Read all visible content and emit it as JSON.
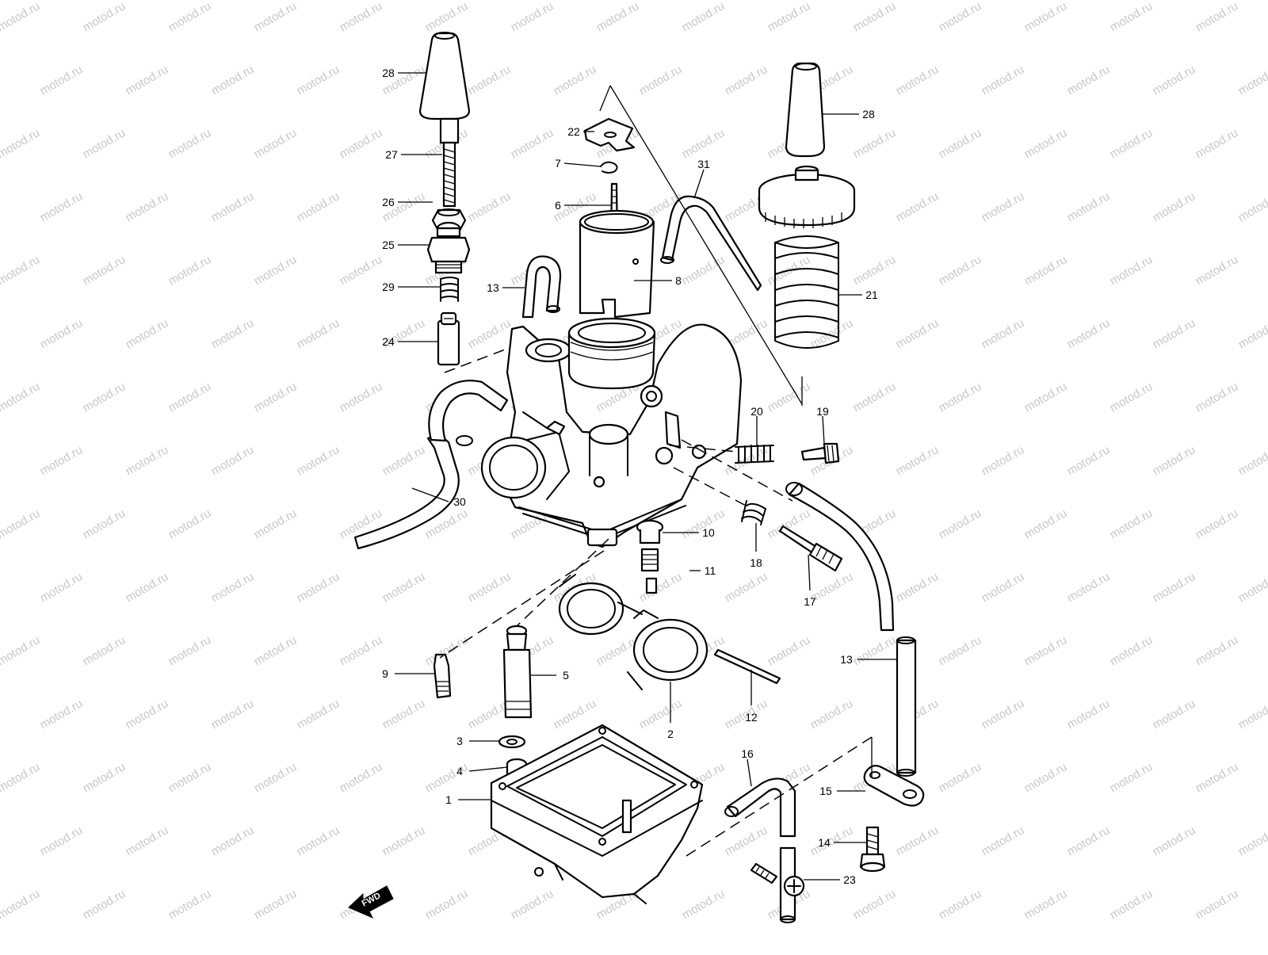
{
  "diagram": {
    "watermark": "motod.ru",
    "fwd_label": "FWD",
    "callouts": [
      {
        "id": "c28a",
        "text": "28"
      },
      {
        "id": "c27",
        "text": "27"
      },
      {
        "id": "c26",
        "text": "26"
      },
      {
        "id": "c25",
        "text": "25"
      },
      {
        "id": "c29",
        "text": "29"
      },
      {
        "id": "c24",
        "text": "24"
      },
      {
        "id": "c13a",
        "text": "13"
      },
      {
        "id": "c22",
        "text": "22"
      },
      {
        "id": "c7",
        "text": "7"
      },
      {
        "id": "c6",
        "text": "6"
      },
      {
        "id": "c8",
        "text": "8"
      },
      {
        "id": "c31",
        "text": "31"
      },
      {
        "id": "c28b",
        "text": "28"
      },
      {
        "id": "c21",
        "text": "21"
      },
      {
        "id": "c20",
        "text": "20"
      },
      {
        "id": "c19",
        "text": "19"
      },
      {
        "id": "c30",
        "text": "30"
      },
      {
        "id": "c10",
        "text": "10"
      },
      {
        "id": "c11",
        "text": "11"
      },
      {
        "id": "c18",
        "text": "18"
      },
      {
        "id": "c17",
        "text": "17"
      },
      {
        "id": "c9",
        "text": "9"
      },
      {
        "id": "c5",
        "text": "5"
      },
      {
        "id": "c12",
        "text": "12"
      },
      {
        "id": "c13b",
        "text": "13"
      },
      {
        "id": "c2",
        "text": "2"
      },
      {
        "id": "c3",
        "text": "3"
      },
      {
        "id": "c4",
        "text": "4"
      },
      {
        "id": "c1",
        "text": "1"
      },
      {
        "id": "c16",
        "text": "16"
      },
      {
        "id": "c15",
        "text": "15"
      },
      {
        "id": "c14",
        "text": "14"
      },
      {
        "id": "c23",
        "text": "23"
      }
    ]
  }
}
